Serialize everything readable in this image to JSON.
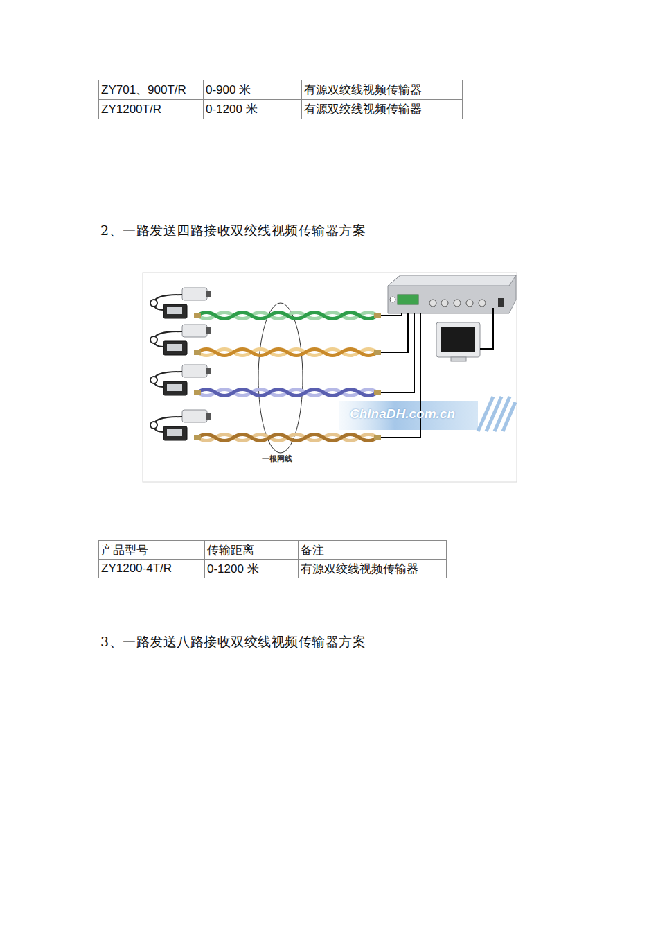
{
  "diagram": {
    "labels": [
      "ZY701、900T/R",
      "0-900 米",
      "有源双绞线视频传输器",
      "ZY1200T/R",
      "0-1200 米",
      "有源双绞线视频传输器",
      "2、一路发送四路接收双绞线视频传输器方案",
      "一根网线",
      "ChinaDH.com.cn",
      "产品型号",
      "传输距离",
      "备注",
      "ZY1200-4T/R",
      "0-1200 米",
      "有源双绞线视频传输器",
      "3、一路发送八路接收双绞线视频传输器方案"
    ]
  }
}
